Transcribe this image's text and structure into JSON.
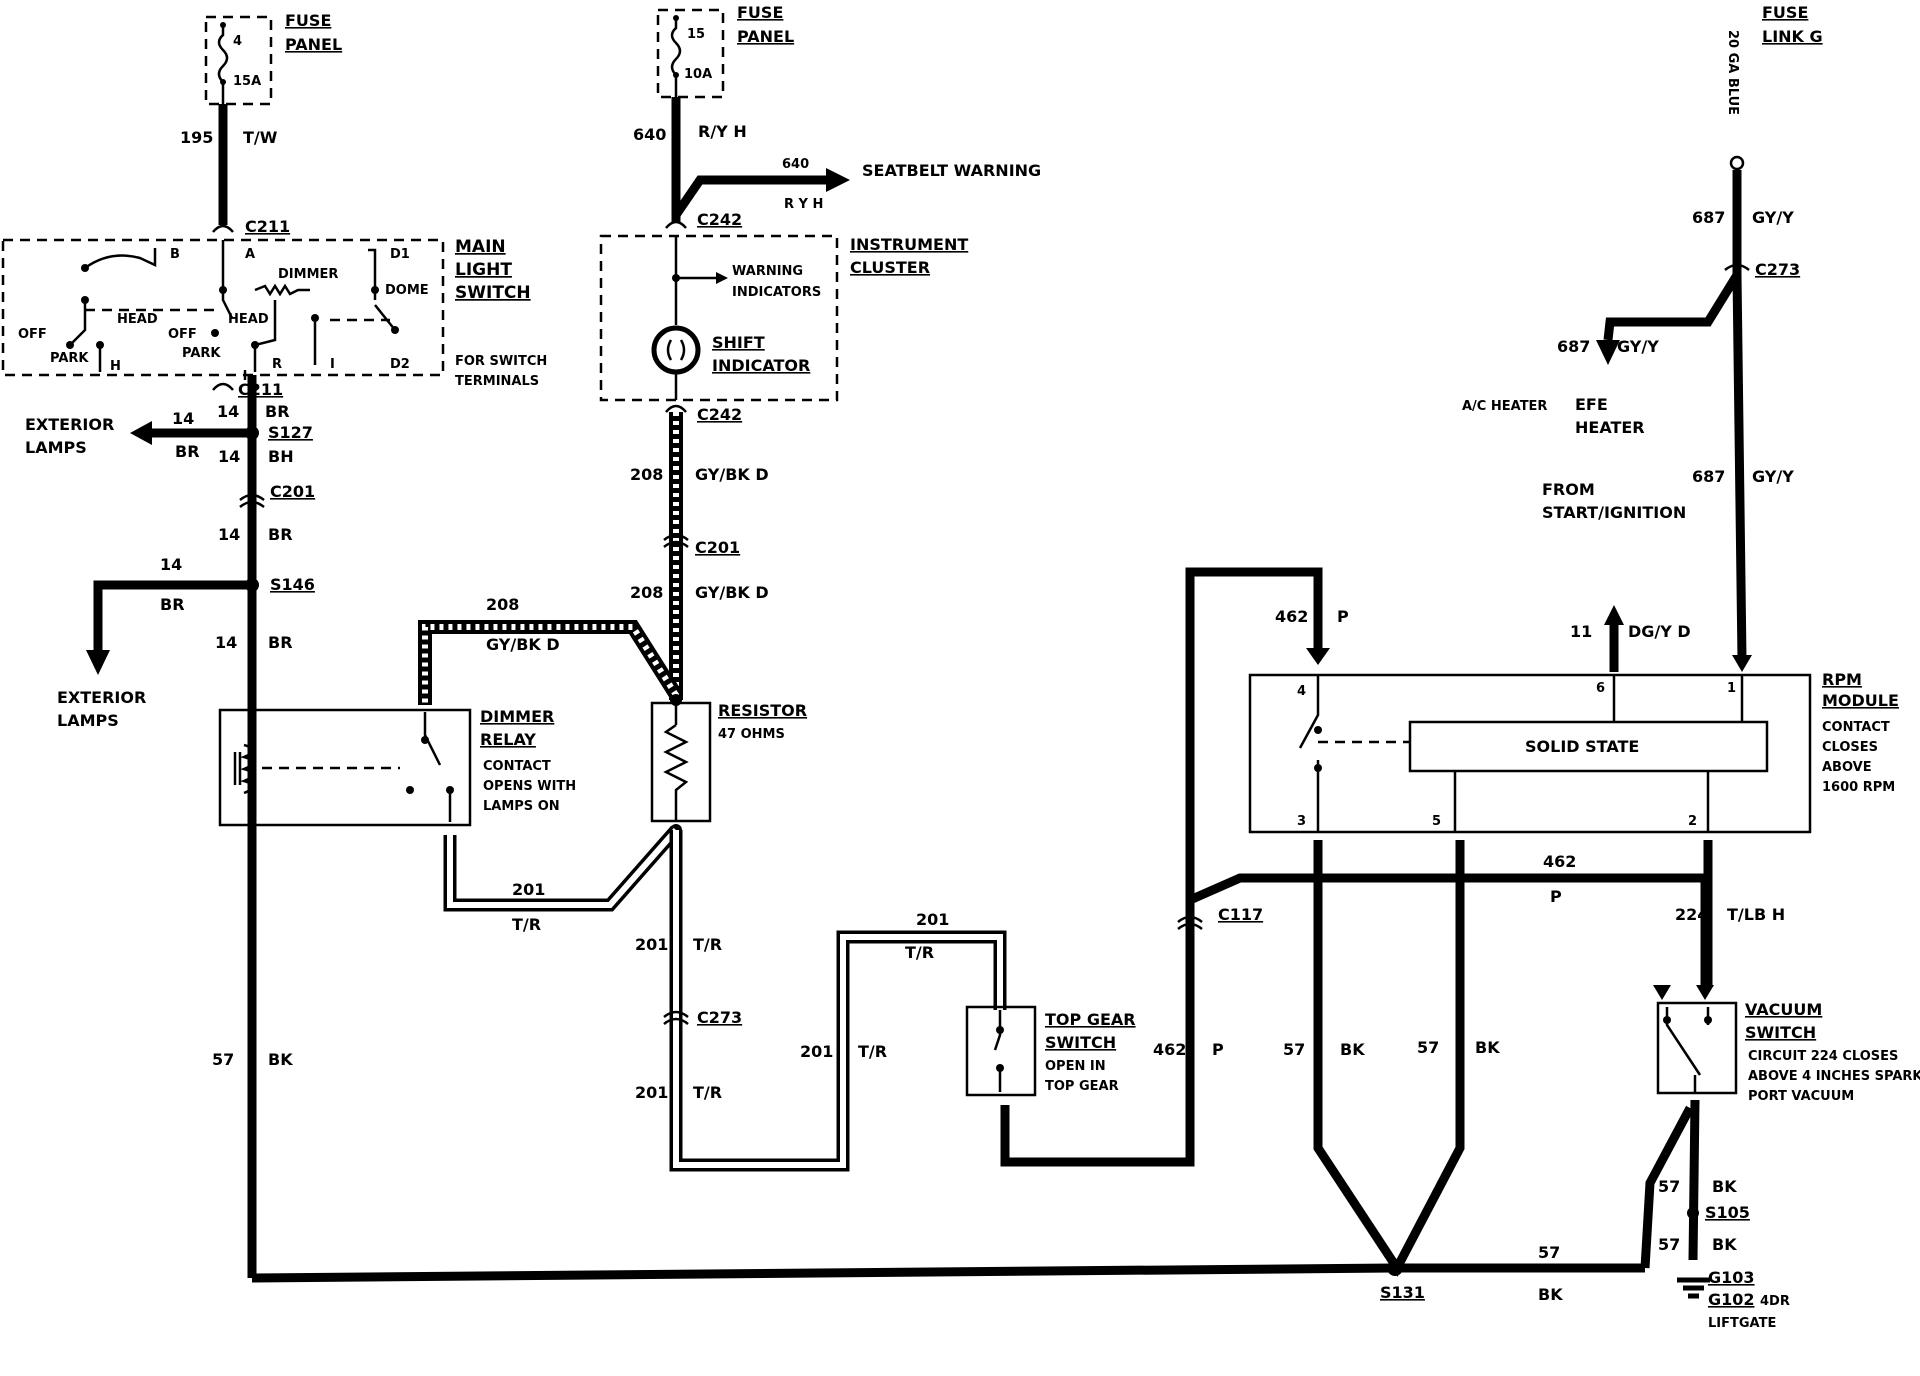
{
  "labels": {
    "fuse_panel_1": "FUSE",
    "fuse_panel_1b": "PANEL",
    "fuse_1_num": "4",
    "fuse_1_amp": "15A",
    "fuse_panel_2": "FUSE",
    "fuse_panel_2b": "PANEL",
    "fuse_2_num": "15",
    "fuse_2_amp": "10A",
    "fuse_link": "FUSE",
    "fuse_link_b": "LINK G",
    "ga_blue": "20 GA BLUE",
    "w195": "195",
    "w195_color": "T/W",
    "c211_top": "C211",
    "c211_bot": "C211",
    "main_light_1": "MAIN",
    "main_light_2": "LIGHT",
    "main_light_3": "SWITCH",
    "for_switch_1": "FOR SWITCH",
    "for_switch_2": "TERMINALS",
    "sw_b": "B",
    "sw_a": "A",
    "sw_d1": "D1",
    "sw_dome": "DOME",
    "sw_dimmer": "DIMMER",
    "sw_head1": "HEAD",
    "sw_head2": "HEAD",
    "sw_off1": "OFF",
    "sw_off2": "OFF",
    "sw_park1": "PARK",
    "sw_park2": "PARK",
    "sw_h": "H",
    "sw_r": "R",
    "sw_i": "I",
    "sw_d2": "D2",
    "w14_a": "14",
    "br_a": "BR",
    "s127": "S127",
    "ext_lamps_1a": "EXTERIOR",
    "ext_lamps_1b": "LAMPS",
    "w14_b": "14",
    "br_b": "BR",
    "w14_c": "14",
    "bh_c": "BH",
    "c201_left": "C201",
    "w14_d": "14",
    "br_d": "BR",
    "w14_e": "14",
    "br_e": "BR",
    "s146": "S146",
    "w14_f": "14",
    "br_f": "BR",
    "ext_lamps_2a": "EXTERIOR",
    "ext_lamps_2b": "LAMPS",
    "dimmer_relay_1": "DIMMER",
    "dimmer_relay_2": "RELAY",
    "dimmer_relay_3": "CONTACT",
    "dimmer_relay_4": "OPENS WITH",
    "dimmer_relay_5": "LAMPS ON",
    "w57_left": "57",
    "bk_left": "BK",
    "w640": "640",
    "ryh": "R/Y H",
    "w640_b": "640",
    "ryh_b": "R Y H",
    "seatbelt": "SEATBELT WARNING",
    "c242_top": "C242",
    "instr_1": "INSTRUMENT",
    "instr_2": "CLUSTER",
    "warn_1": "WARNING",
    "warn_2": "INDICATORS",
    "shift_1": "SHIFT",
    "shift_2": "INDICATOR",
    "c242_bot": "C242",
    "w208_a": "208",
    "gybk_a": "GY/BK D",
    "c201_mid": "C201",
    "w208_b": "208",
    "gybk_b": "GY/BK D",
    "w208_c": "208",
    "gybk_c": "GY/BK D",
    "resistor_1": "RESISTOR",
    "resistor_2": "47 OHMS",
    "w201_a": "201",
    "tr_a": "T/R",
    "w201_b": "201",
    "tr_b": "T/R",
    "c273_mid": "C273",
    "w201_c": "201",
    "tr_c": "T/R",
    "w201_d": "201",
    "tr_d": "T/R",
    "w201_e": "201",
    "tr_e": "T/R",
    "topgear_1": "TOP GEAR",
    "topgear_2": "SWITCH",
    "topgear_3": "OPEN IN",
    "topgear_4": "TOP GEAR",
    "w462_a": "462",
    "p_a": "P",
    "c117": "C117",
    "w462_b": "462",
    "p_b": "P",
    "w462_c": "462",
    "p_c": "P",
    "w687_a": "687",
    "gyy_a": "GY/Y",
    "c273_right": "C273",
    "w687_b": "687",
    "gyy_b": "GY/Y",
    "ac_heater": "A/C HEATER",
    "efe_1": "EFE",
    "efe_2": "HEATER",
    "w687_c": "687",
    "gyy_c": "GY/Y",
    "from_1": "FROM",
    "from_2": "START/IGNITION",
    "w11": "11",
    "dgy": "DG/Y D",
    "rpm_1": "RPM",
    "rpm_2": "MODULE",
    "rpm_3": "CONTACT",
    "rpm_4": "CLOSES",
    "rpm_5": "ABOVE",
    "rpm_6": "1600 RPM",
    "solid_state": "SOLID STATE",
    "pin4": "4",
    "pin6": "6",
    "pin1": "1",
    "pin3": "3",
    "pin5": "5",
    "pin2": "2",
    "w224": "224",
    "tlbh": "T/LB H",
    "vac_1": "VACUUM",
    "vac_2": "SWITCH",
    "vac_3": "CIRCUIT 224 CLOSES",
    "vac_4": "ABOVE 4 INCHES SPARK",
    "vac_5": "PORT VACUUM",
    "w57_m1": "57",
    "bk_m1": "BK",
    "w57_m2": "57",
    "bk_m2": "BK",
    "w57_r1": "57",
    "bk_r1": "BK",
    "s105": "S105",
    "w57_r2": "57",
    "bk_r2": "BK",
    "g103": "G103",
    "g102": "G102",
    "g102_b": "4DR",
    "liftgate": "LIFTGATE",
    "w57_bottom": "57",
    "bk_bottom": "BK",
    "s131": "S131"
  }
}
